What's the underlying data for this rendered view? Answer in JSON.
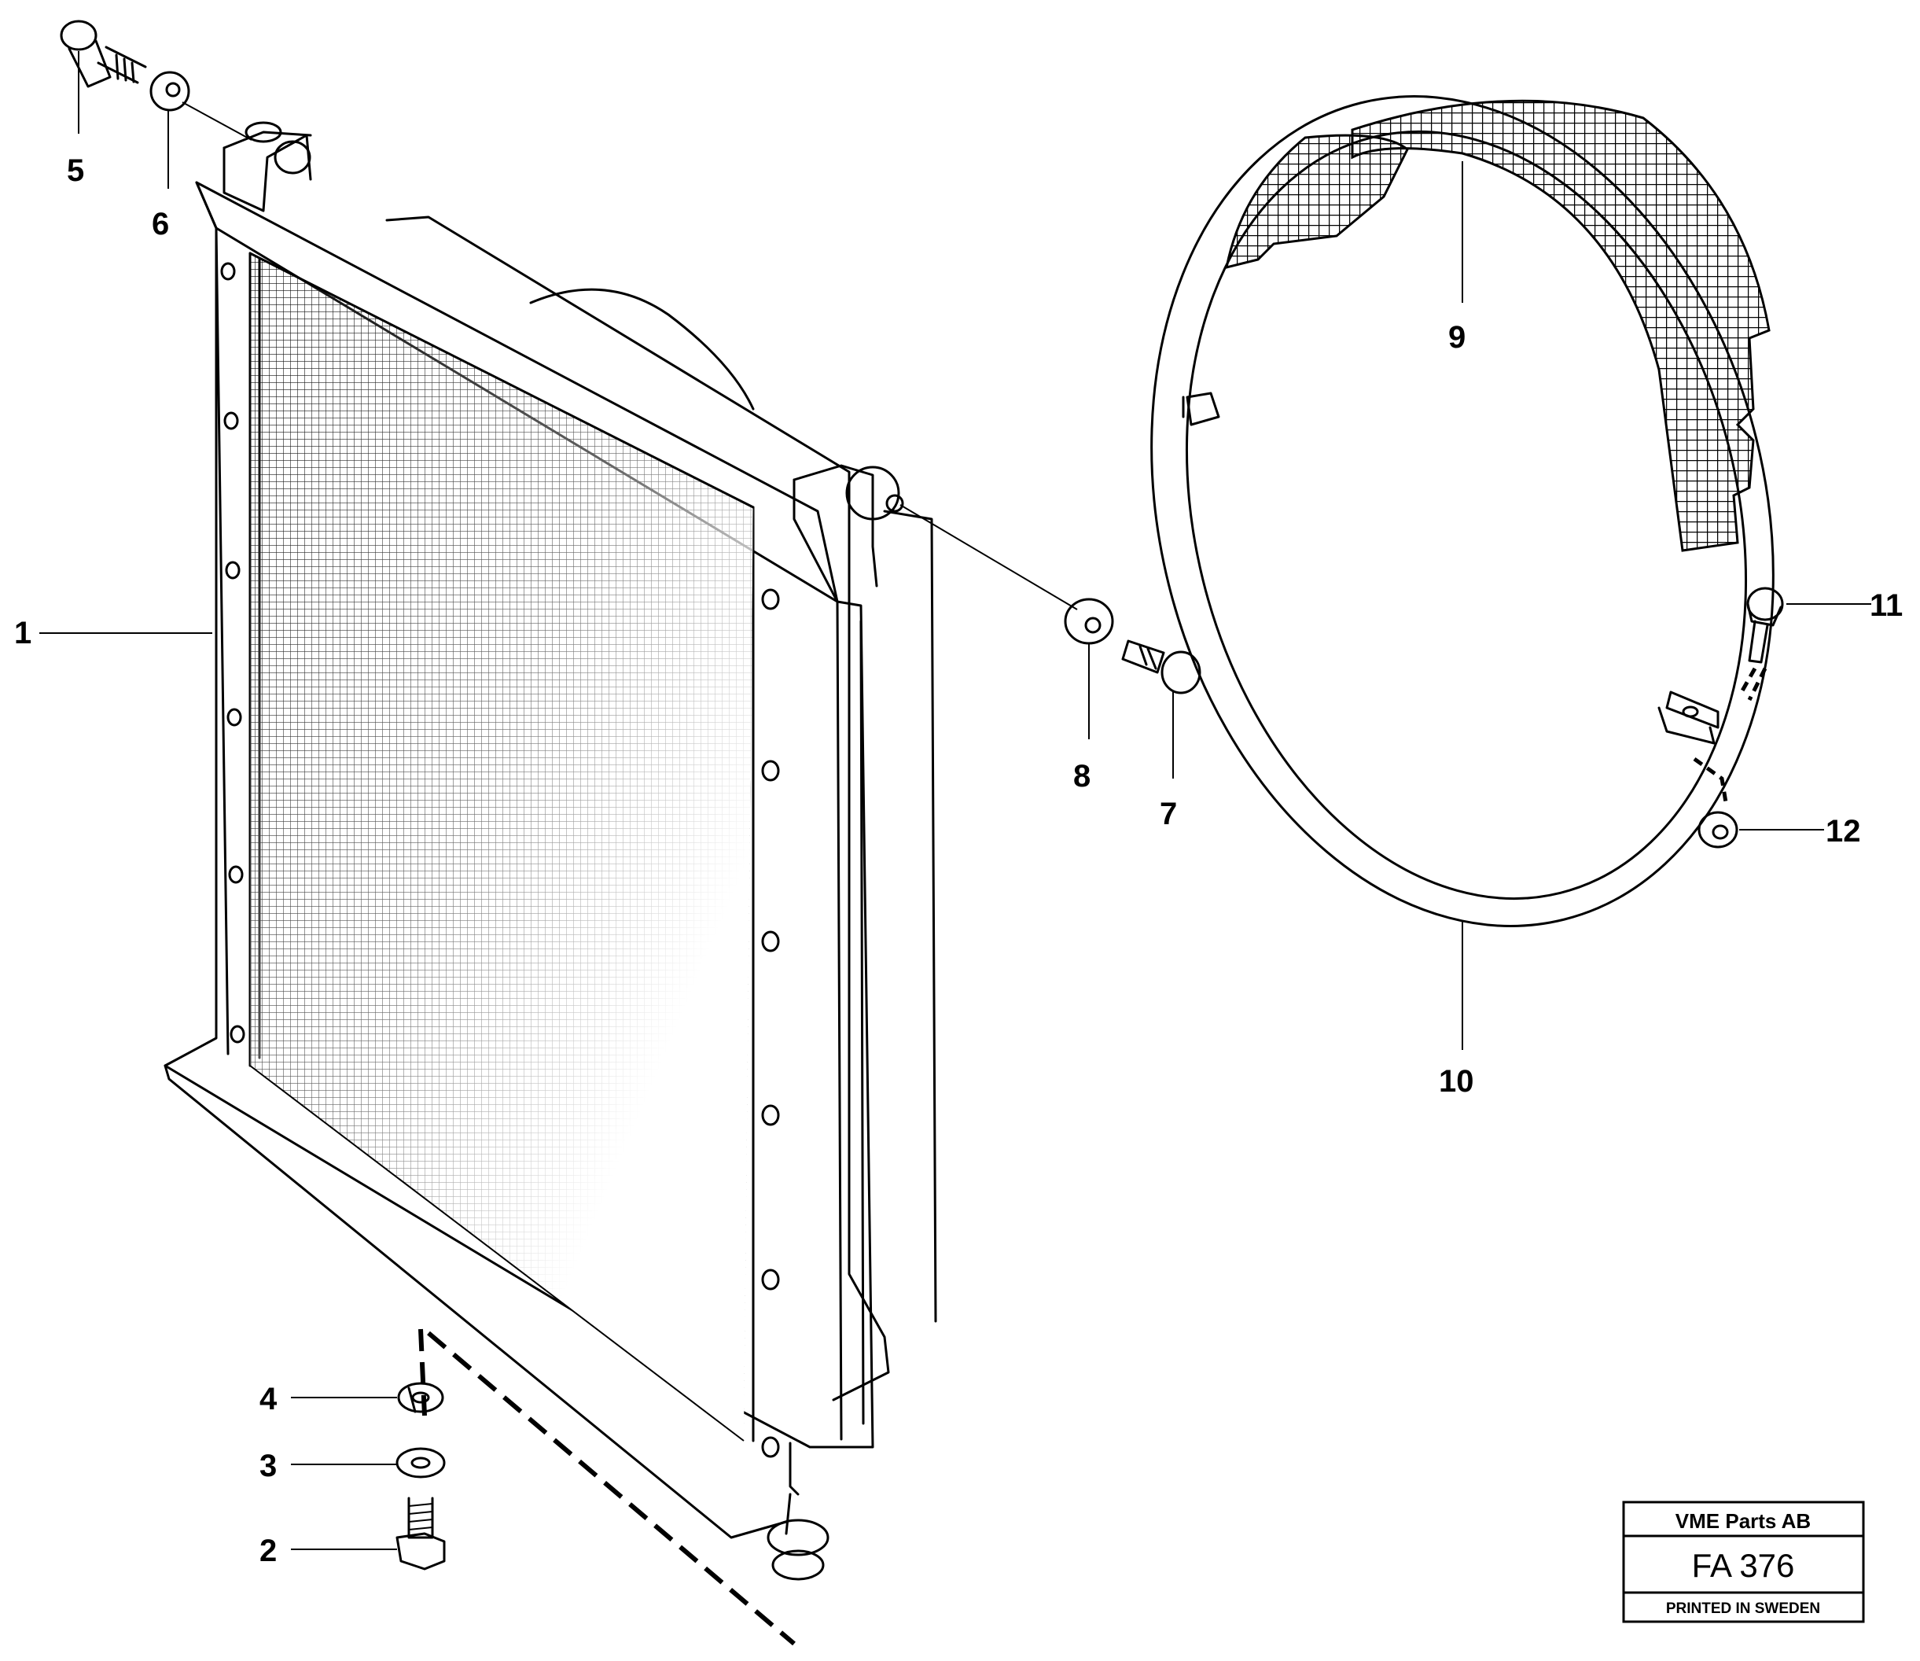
{
  "callouts": {
    "c1": "1",
    "c2": "2",
    "c3": "3",
    "c4": "4",
    "c5": "5",
    "c6": "6",
    "c7": "7",
    "c8": "8",
    "c9": "9",
    "c10": "10",
    "c11": "11",
    "c12": "12"
  },
  "title_block": {
    "company": "VME Parts AB",
    "drawing_number": "FA 376",
    "print_note": "PRINTED IN SWEDEN"
  }
}
